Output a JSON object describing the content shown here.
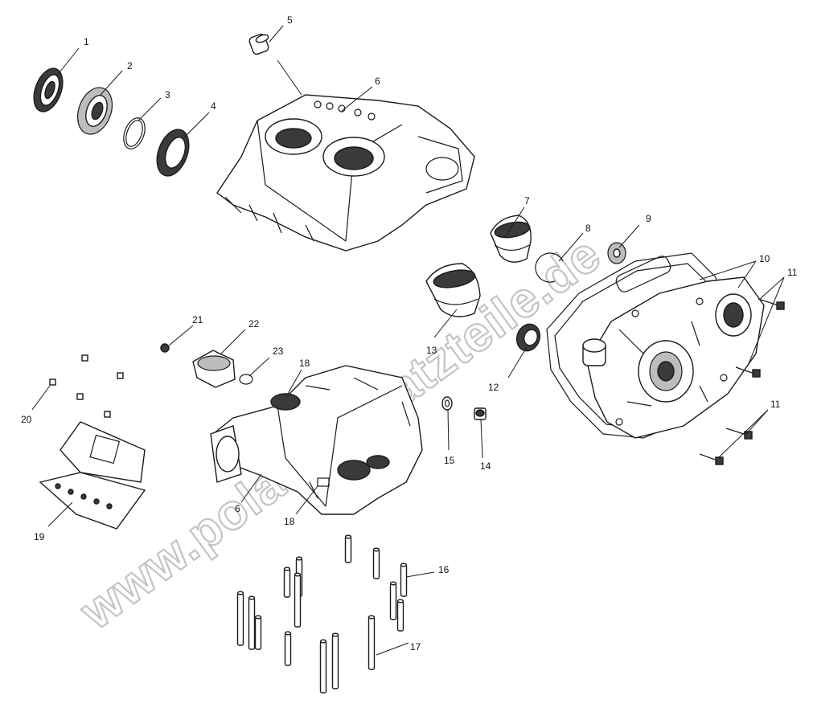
{
  "watermark": "www.polarisersatzteile.de",
  "callouts": {
    "c1": "1",
    "c2": "2",
    "c3": "3",
    "c4": "4",
    "c5": "5",
    "c6a": "6",
    "c7": "7",
    "c8": "8",
    "c9": "9",
    "c10": "10",
    "c11a": "11",
    "c11b": "11",
    "c12": "12",
    "c13": "13",
    "c14": "14",
    "c15": "15",
    "c16": "16",
    "c17": "17",
    "c18a": "18",
    "c18b": "18",
    "c19": "19",
    "c20": "20",
    "c21": "21",
    "c22": "22",
    "c23": "23",
    "c6b": "6"
  }
}
